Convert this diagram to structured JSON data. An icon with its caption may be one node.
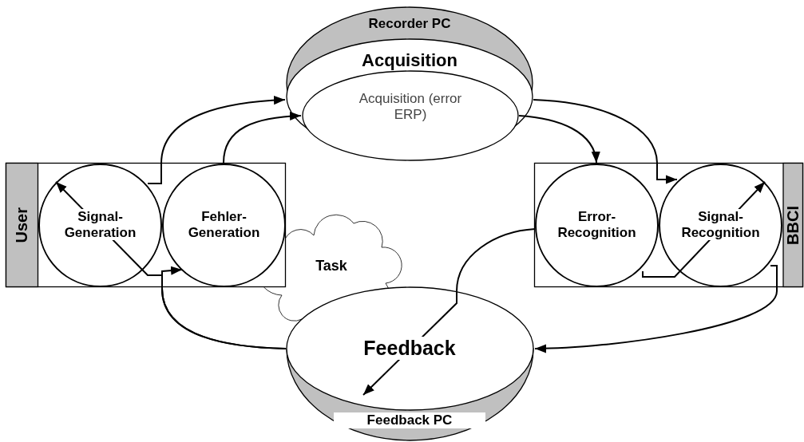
{
  "diagram": {
    "nodes": [
      {
        "text": [
          "Recorder PC",
          "Acquisition"
        ]
      },
      {
        "text": [
          "Acquisition (error ERP)"
        ],
        "in": 0
      },
      {
        "text": [
          "User"
        ]
      },
      {
        "text": [
          "Signal- Generation"
        ],
        "in": 2
      },
      {
        "text": [
          "Fehler- Generation"
        ],
        "in": 2
      },
      {
        "text": [
          "BBCI"
        ]
      },
      {
        "text": [
          "Error- Recognition"
        ],
        "in": 5
      },
      {
        "text": [
          "Signal- Recognition"
        ],
        "in": 5
      },
      {
        "text": [
          "Task"
        ]
      },
      {
        "text": [
          "Feedback",
          "Feedback PC"
        ]
      }
    ],
    "edges": [
      {
        "from": 3,
        "to": 0,
        "arrow": "to"
      },
      {
        "from": 4,
        "to": 1,
        "arrow": "to"
      },
      {
        "from": 0,
        "to": 7,
        "arrow": "to"
      },
      {
        "from": 1,
        "to": 6,
        "arrow": "to"
      },
      {
        "from": 6,
        "to": 9,
        "arrow": "to"
      },
      {
        "from": 7,
        "to": 9,
        "arrow": "to"
      },
      {
        "from": 9,
        "to": 3,
        "arrow": "to"
      },
      {
        "from": 9,
        "to": 4,
        "arrow": "to"
      },
      {
        "from": 6,
        "to": 7,
        "arrow": "to"
      }
    ]
  }
}
